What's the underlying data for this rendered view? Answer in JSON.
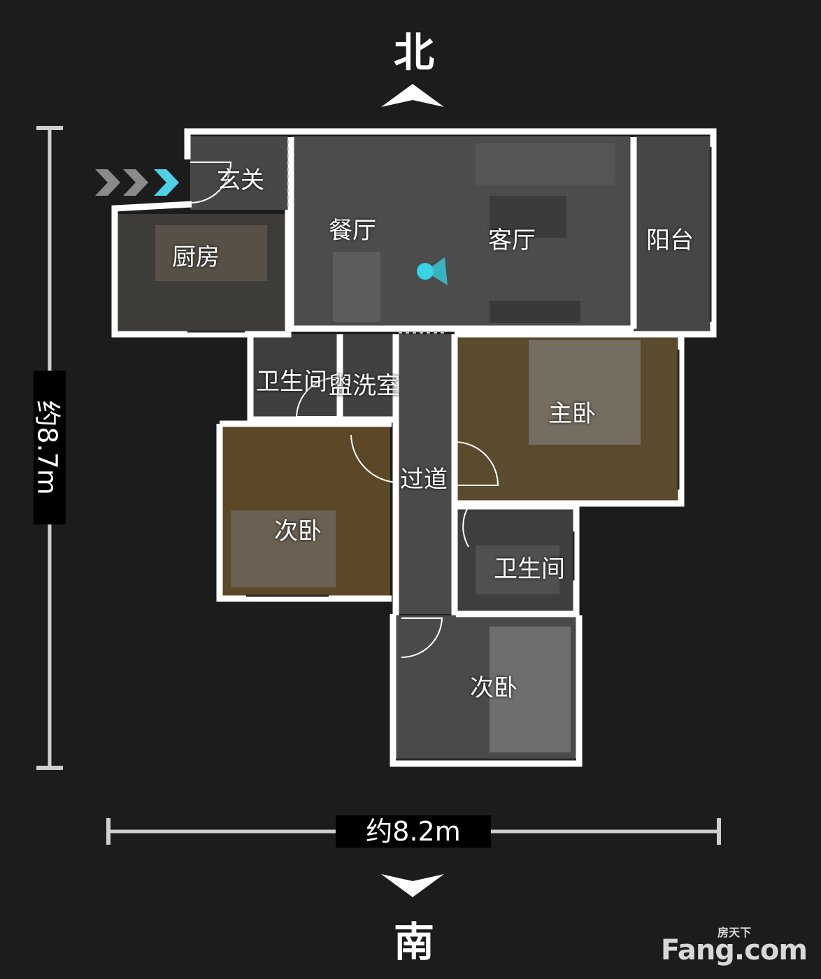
{
  "compass": {
    "north": "北",
    "south": "南"
  },
  "dimensions": {
    "height": "约8.7m",
    "width": "约8.2m"
  },
  "rooms": {
    "entrance": "玄关",
    "kitchen": "厨房",
    "dining": "餐厅",
    "living": "客厅",
    "balcony": "阳台",
    "bathroom1": "卫生间",
    "washroom": "盥洗室",
    "master_bedroom": "主卧",
    "corridor": "过道",
    "second_bedroom1": "次卧",
    "bathroom2": "卫生间",
    "second_bedroom2": "次卧"
  },
  "brand": {
    "name": "Fang.com",
    "subtitle": "房天下"
  },
  "colors": {
    "background": "#1c1c1c",
    "wall": "#ffffff",
    "marker": "#35d4e6",
    "floor": "#4a4a4a",
    "wood": "#6b4f24"
  }
}
